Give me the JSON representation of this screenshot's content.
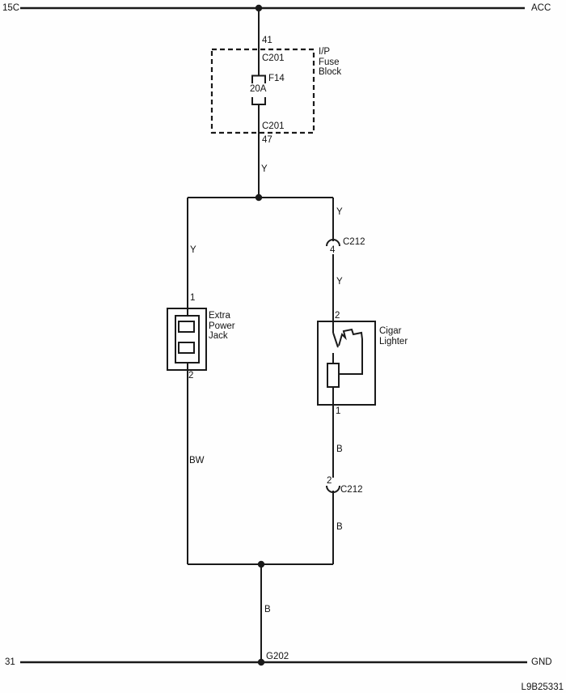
{
  "colors": {
    "line": "#1a1a1a",
    "background": "#fefefe"
  },
  "rails": {
    "top": {
      "left_label": "15C",
      "right_label": "ACC"
    },
    "bottom": {
      "left_label": "31",
      "right_label": "GND"
    }
  },
  "fuse_block": {
    "block_label": [
      "I/P",
      "Fuse",
      "Block"
    ],
    "pin_top": "41",
    "connector_top": "C201",
    "fuse_id": "F14",
    "fuse_rating": "20A",
    "connector_bottom": "C201",
    "pin_bottom": "47"
  },
  "wire_labels": {
    "feed": "Y",
    "jack_branch": "Y",
    "lighter_branch_upper": "Y",
    "lighter_branch_lower": "Y",
    "jack_ground": "BW",
    "lighter_ground_upper": "B",
    "lighter_ground_lower": "B",
    "main_ground": "B"
  },
  "connectors": {
    "c212_top": {
      "name": "C212",
      "pin": "4"
    },
    "c212_bottom": {
      "name": "C212",
      "pin": "2"
    }
  },
  "components": {
    "extra_power_jack": {
      "label": [
        "Extra",
        "Power",
        "Jack"
      ],
      "pin_top": "1",
      "pin_bottom": "2"
    },
    "cigar_lighter": {
      "label": [
        "Cigar",
        "Lighter"
      ],
      "pin_top": "2",
      "pin_bottom": "1"
    }
  },
  "ground": {
    "name": "G202"
  },
  "doc_code": "L9B25331"
}
